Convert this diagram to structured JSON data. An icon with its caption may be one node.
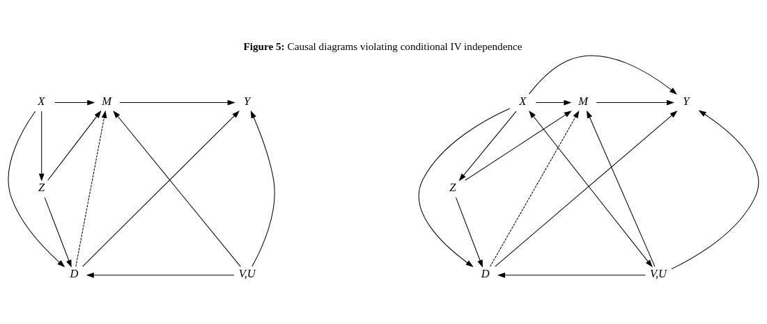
{
  "diagram": {
    "title": "**Figure 5:** Causal diagrams violating conditional IV independence",
    "nodes": [
      {
        "text": [
          "X"
        ]
      },
      {
        "text": [
          "M"
        ]
      },
      {
        "text": [
          "Y"
        ]
      },
      {
        "text": [
          "Z"
        ]
      },
      {
        "text": [
          "D"
        ]
      },
      {
        "text": [
          "V,U"
        ]
      },
      {
        "text": [
          "X"
        ]
      },
      {
        "text": [
          "M"
        ]
      },
      {
        "text": [
          "Y"
        ]
      },
      {
        "text": [
          "Z"
        ]
      },
      {
        "text": [
          "D"
        ]
      },
      {
        "text": [
          "V,U"
        ]
      }
    ],
    "edges": [
      {
        "from": 0,
        "to": 1,
        "arrow": "to"
      },
      {
        "from": 1,
        "to": 2,
        "arrow": "to"
      },
      {
        "from": 0,
        "to": 3,
        "arrow": "to"
      },
      {
        "from": 0,
        "to": 4,
        "arrow": "to"
      },
      {
        "from": 3,
        "to": 1,
        "arrow": "to"
      },
      {
        "from": 3,
        "to": 4,
        "arrow": "to"
      },
      {
        "from": 4,
        "to": 1,
        "arrow": "to",
        "style": "dashed"
      },
      {
        "from": 4,
        "to": 2,
        "arrow": "to"
      },
      {
        "from": 5,
        "to": 1,
        "arrow": "to"
      },
      {
        "from": 5,
        "to": 2,
        "arrow": "to"
      },
      {
        "from": 5,
        "to": 4,
        "arrow": "to"
      },
      {
        "from": 6,
        "to": 8,
        "arrow": "to"
      },
      {
        "from": 6,
        "to": 7,
        "arrow": "to"
      },
      {
        "from": 7,
        "to": 8,
        "arrow": "to"
      },
      {
        "from": 6,
        "to": 9,
        "arrow": "to"
      },
      {
        "from": 6,
        "to": 10,
        "arrow": "to"
      },
      {
        "from": 9,
        "to": 7,
        "arrow": "to"
      },
      {
        "from": 9,
        "to": 10,
        "arrow": "to"
      },
      {
        "from": 10,
        "to": 7,
        "arrow": "to",
        "style": "dashed"
      },
      {
        "from": 10,
        "to": 8,
        "arrow": "to"
      },
      {
        "from": 11,
        "to": 7,
        "arrow": "to"
      },
      {
        "from": 11,
        "to": 8,
        "arrow": "to"
      },
      {
        "from": 11,
        "to": 10,
        "arrow": "to"
      },
      {
        "from": 6,
        "to": 11,
        "arrow": "both"
      }
    ]
  }
}
